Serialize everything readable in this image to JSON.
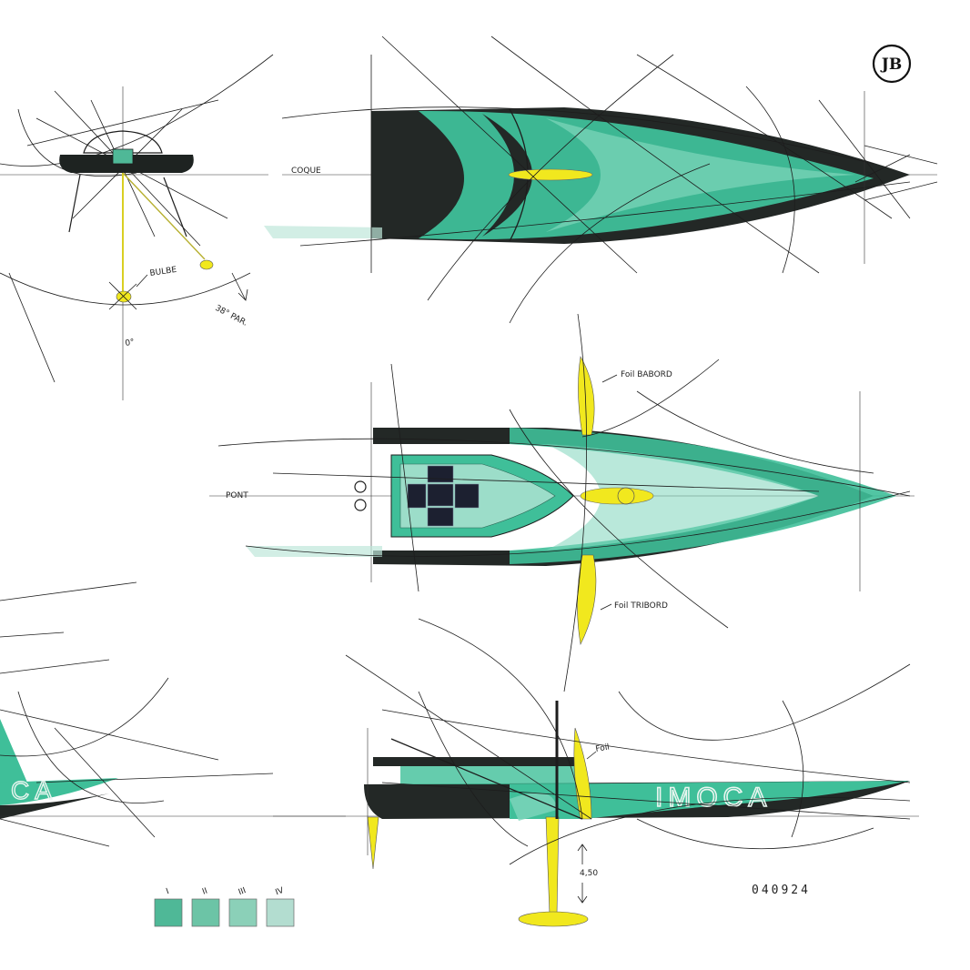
{
  "logo": {
    "text": "JB"
  },
  "labels": {
    "coque": "COQUE",
    "bulbe": "BULBE",
    "angle": "38° PAR.",
    "zero": "0°",
    "foil_babord": "Foil BABORD",
    "pont": "PONT",
    "foil_tribord": "Foil TRIBORD",
    "foil": "Foil",
    "draft": "4,50"
  },
  "hull_lettering": {
    "text": "IMOCA"
  },
  "date_code": "040924",
  "swatches": [
    {
      "label": "I",
      "color": "#4fb897"
    },
    {
      "label": "II",
      "color": "#6cc4a6"
    },
    {
      "label": "III",
      "color": "#8bd0b8"
    },
    {
      "label": "IV",
      "color": "#b3ddd0"
    }
  ],
  "colors": {
    "teal": "#3fbf99",
    "teal_light": "#7fd6bb",
    "dark": "#232826",
    "yellow": "#f1e81e"
  }
}
